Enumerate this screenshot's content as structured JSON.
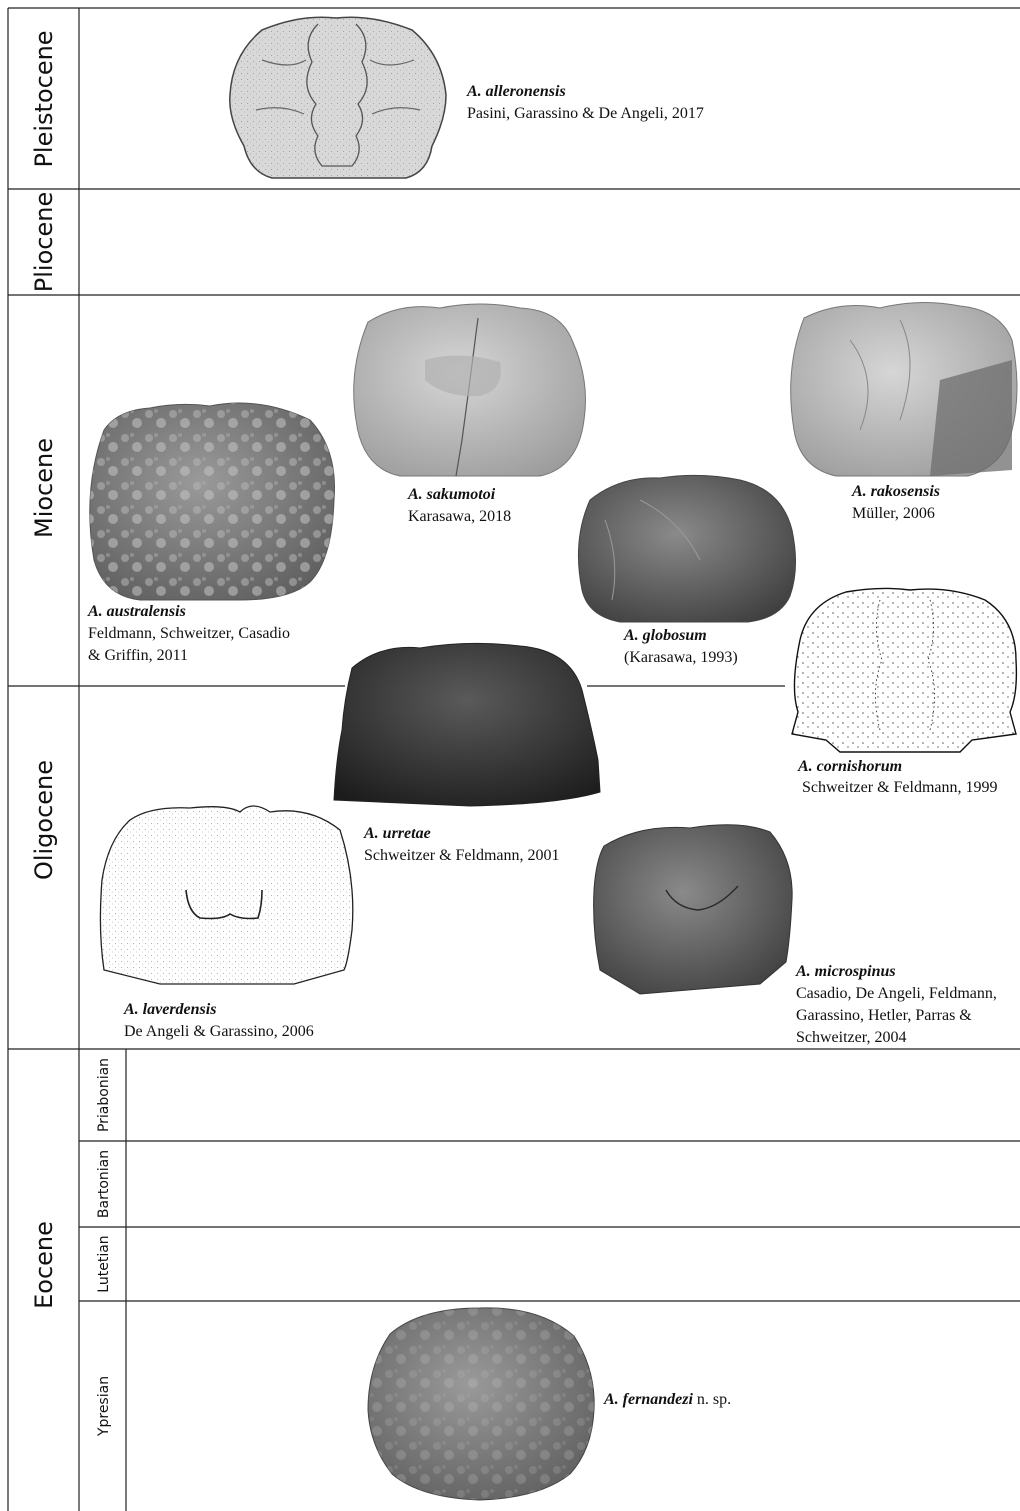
{
  "epochs": {
    "pleistocene": "Pleistocene",
    "pliocene": "Pliocene",
    "miocene": "Miocene",
    "oligocene": "Oligocene",
    "eocene": "Eocene"
  },
  "stages": {
    "priabonian": "Priabonian",
    "bartonian": "Bartonian",
    "lutetian": "Lutetian",
    "ypresian": "Ypresian"
  },
  "species": {
    "alleronensis": {
      "name": "A. alleronensis",
      "author": "Pasini, Garassino & De Angeli, 2017"
    },
    "sakumotoi": {
      "name": "A. sakumotoi",
      "author": "Karasawa, 2018"
    },
    "rakosensis": {
      "name": "A. rakosensis",
      "author": "Müller, 2006"
    },
    "australensis": {
      "name": "A. australensis",
      "author_line1": "Feldmann, Schweitzer, Casadio",
      "author_line2": "& Griffin, 2011"
    },
    "globosum": {
      "name": "A. globosum",
      "author": "(Karasawa, 1993)"
    },
    "cornishorum": {
      "name": "A. cornishorum",
      "author": "Schweitzer & Feldmann, 1999"
    },
    "urretae": {
      "name": "A. urretae",
      "author": "Schweitzer & Feldmann, 2001"
    },
    "laverdensis": {
      "name": "A. laverdensis",
      "author": "De Angeli & Garassino, 2006"
    },
    "microspinus": {
      "name": "A. microspinus",
      "author_line1": "Casadio, De Angeli, Feldmann,",
      "author_line2": "Garassino, Hetler, Parras &",
      "author_line3": "Schweitzer, 2004"
    },
    "fernandezi": {
      "name": "A. fernandezi",
      "suffix": " n. sp."
    }
  }
}
